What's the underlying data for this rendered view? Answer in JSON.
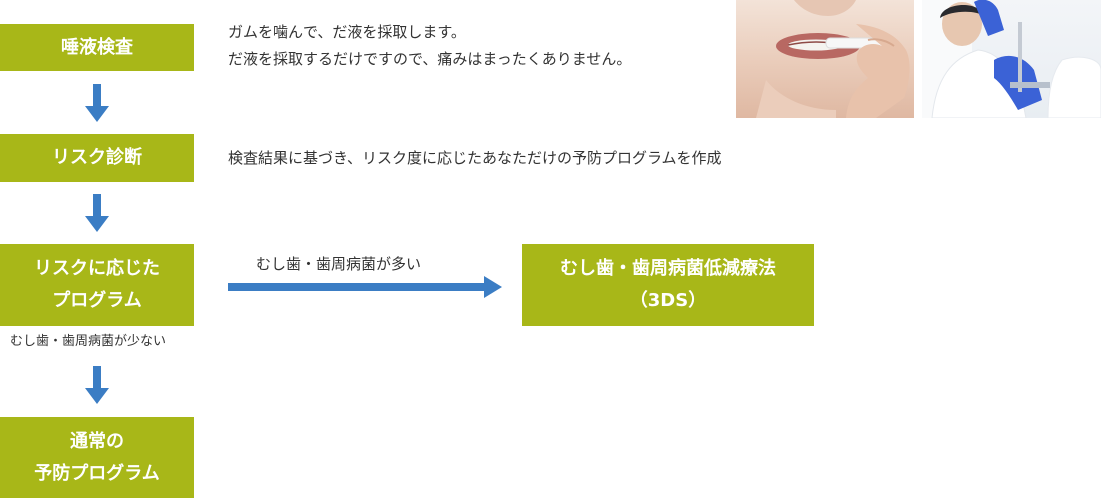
{
  "flow": {
    "step1": {
      "label": "唾液検査"
    },
    "step2": {
      "label": "リスク診断"
    },
    "step3": {
      "line1": "リスクに応じた",
      "line2": "プログラム"
    },
    "step4": {
      "line1": "通常の",
      "line2": "予防プログラム"
    },
    "note_low": "むし歯・歯周病菌が少ない"
  },
  "descriptions": {
    "saliva_line1": "ガムを噛んで、だ液を採取します。",
    "saliva_line2": "だ液を採取するだけですので、痛みはまったくありません。",
    "diagnosis": "検査結果に基づき、リスク度に応じたあなただけの予防プログラムを作成"
  },
  "branch": {
    "note_high": "むし歯・歯周病菌が多い",
    "target_line1": "むし歯・歯周病菌低減療法",
    "target_line2": "（3DS）"
  },
  "colors": {
    "box_green": "#a8b718",
    "arrow_blue": "#3b7dc4"
  }
}
